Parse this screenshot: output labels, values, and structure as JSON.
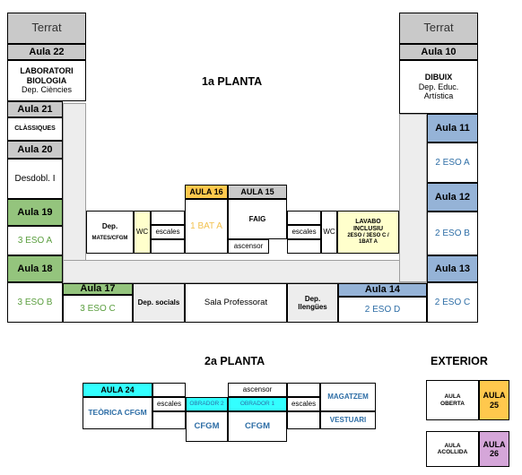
{
  "floor1": {
    "title": "1a PLANTA",
    "left": {
      "terrat": "Terrat",
      "aula22": "Aula 22",
      "aula22_desc": "LABORATORI BIOLOGIA",
      "aula22_dep": "Dep. Ciències",
      "aula21": "Aula 21",
      "aula21_desc": "CLÀSSIQUES",
      "aula20": "Aula 20",
      "aula20_desc": "Desdobl. I",
      "aula19": "Aula 19",
      "aula19_desc": "3 ESO A",
      "aula18": "Aula 18",
      "aula18_desc": "3 ESO B"
    },
    "right": {
      "terrat": "Terrat",
      "aula10": "Aula 10",
      "aula10_desc": "DIBUIX",
      "aula10_dep": "Dep. Educ. Artística",
      "aula11": "Aula 11",
      "aula11_desc": "2 ESO A",
      "aula12": "Aula 12",
      "aula12_desc": "2 ESO B",
      "aula13": "Aula 13",
      "aula13_desc": "2 ESO C"
    },
    "middle": {
      "dep_mates": "Dep.",
      "dep_mates2": "MATES/CFGM",
      "wc": "WC",
      "escales": "escales",
      "aula16": "AULA 16",
      "aula16_desc": "1 BAT A",
      "aula15": "AULA 15",
      "aula15_desc": "FAIG",
      "ascensor": "ascensor",
      "escales2": "escales",
      "wc2": "WC",
      "lavabo": "LAVABO INCLUSIU",
      "lavabo_desc": "2ESO / 3ESO C / 1BAT A"
    },
    "bottom": {
      "aula17": "Aula 17",
      "aula17_desc": "3 ESO C",
      "dep_socials": "Dep. socials",
      "sala": "Sala Professorat",
      "dep_llengues": "Dep. llengües",
      "aula14": "Aula 14",
      "aula14_desc": "2 ESO D"
    }
  },
  "floor2": {
    "title": "2a PLANTA",
    "aula24": "AULA  24",
    "aula24_desc": "TEÒRICA CFGM",
    "escales": "escales",
    "obrador2": "OBRADOR 2",
    "obrador1": "OBRADOR 1",
    "ascensor": "ascensor",
    "escales2": "escales",
    "cfgm_a": "CFGM",
    "cfgm_b": "CFGM",
    "magatzem": "MAGATZEM",
    "vestuari": "VESTUARI"
  },
  "exterior": {
    "title": "EXTERIOR",
    "aula_oberta": "AULA OBERTA",
    "aula25": "AULA 25",
    "aula_acollida": "AULA ACOLLIDA",
    "aula26": "AULA 26"
  },
  "colors": {
    "gray": "#c9c9c9",
    "green": "#94c47d",
    "blue": "#95b3d7",
    "gold": "#ffc84d",
    "cyan": "#33ffff",
    "pink": "#d5a6d9",
    "yellow": "#ffffcc"
  }
}
